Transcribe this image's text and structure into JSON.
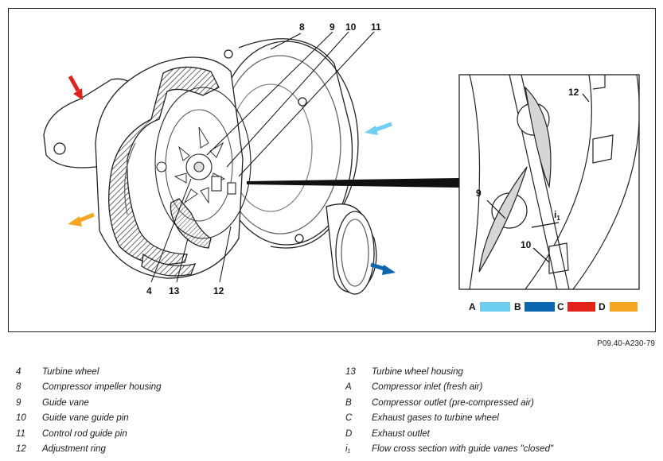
{
  "reference": "P09.40-A230-79",
  "callouts": {
    "c8": "8",
    "c9": "9",
    "c10": "10",
    "c11": "11",
    "c4": "4",
    "c13": "13",
    "c12": "12",
    "d12": "12",
    "d9": "9",
    "d10": "10",
    "di1": "i",
    "di1_sub": "1"
  },
  "flow_legend": [
    {
      "key": "A",
      "color": "#6ecff0"
    },
    {
      "key": "B",
      "color": "#0a67b0"
    },
    {
      "key": "C",
      "color": "#e2231a"
    },
    {
      "key": "D",
      "color": "#f5a623"
    }
  ],
  "legend": {
    "left": [
      {
        "key": "4",
        "text": "Turbine wheel"
      },
      {
        "key": "8",
        "text": "Compressor impeller housing"
      },
      {
        "key": "9",
        "text": "Guide vane"
      },
      {
        "key": "10",
        "text": "Guide vane guide pin"
      },
      {
        "key": "11",
        "text": "Control rod guide pin"
      },
      {
        "key": "12",
        "text": "Adjustment ring"
      }
    ],
    "right": [
      {
        "key": "13",
        "text": "Turbine wheel housing"
      },
      {
        "key": "A",
        "text": "Compressor inlet (fresh air)"
      },
      {
        "key": "B",
        "text": "Compressor outlet (pre-compressed air)"
      },
      {
        "key": "C",
        "text": "Exhaust gases to turbine wheel"
      },
      {
        "key": "D",
        "text": "Exhaust outlet"
      },
      {
        "key": "i₁",
        "text": "Flow cross section with guide vanes \"closed\""
      }
    ]
  }
}
